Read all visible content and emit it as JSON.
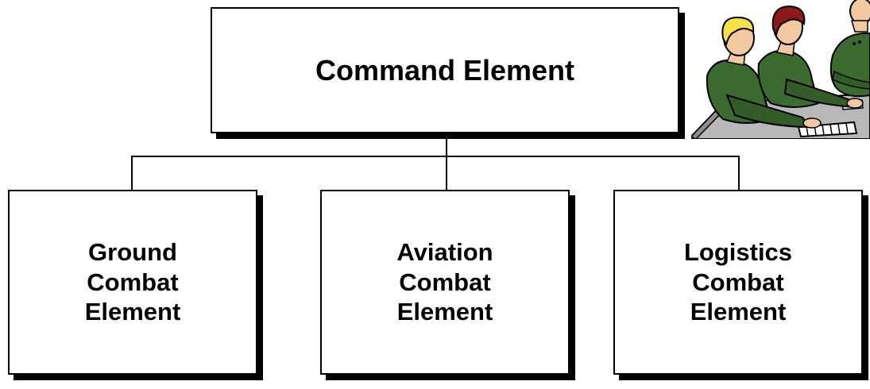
{
  "command": {
    "label": "Command Element"
  },
  "elements": [
    {
      "lines": [
        "Ground",
        "Combat",
        "Element"
      ]
    },
    {
      "lines": [
        "Aviation",
        "Combat",
        "Element"
      ]
    },
    {
      "lines": [
        "Logistics",
        "Combat",
        "Element"
      ]
    }
  ],
  "colors": {
    "border": "#000000",
    "fill": "#ffffff",
    "uniform_green": "#3c6b2f",
    "desk_gray": "#b8b8b8"
  },
  "icons": {
    "clipart": "personnel-at-console-illustration"
  }
}
